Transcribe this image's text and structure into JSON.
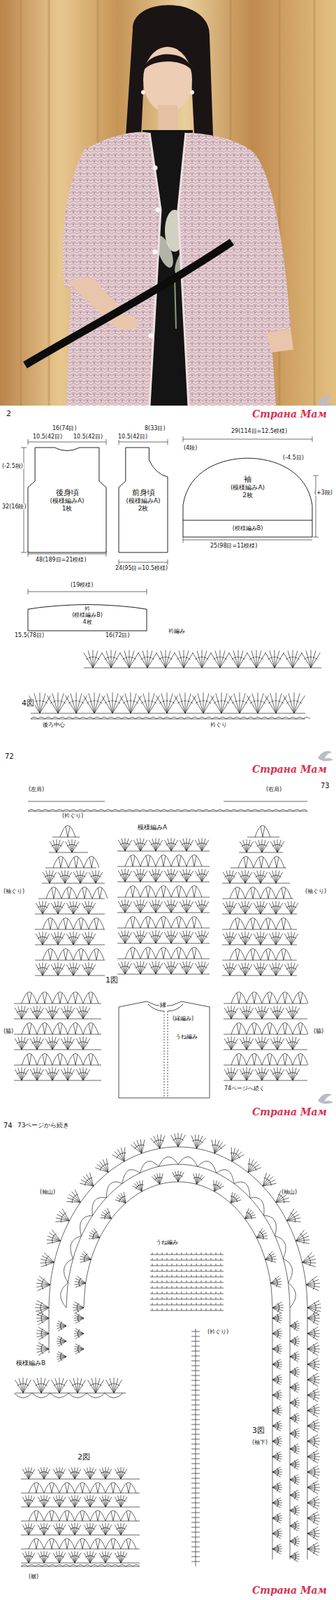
{
  "diagram": {
    "nodes": [
      {
        "text": [
          "後身頃",
          "(模様編みA)",
          "1枚"
        ]
      },
      {
        "text": [
          "前身頃",
          "(模様編みA)",
          "2枚"
        ]
      },
      {
        "text": [
          "袖",
          "(模様編みA)",
          "2枚"
        ]
      },
      {
        "text": [
          "(模様編みB)"
        ],
        "in": 2
      },
      {
        "text": [
          "衿",
          "(模様編みB)",
          "4枚"
        ]
      }
    ],
    "labels": [
      "2",
      "Страна Мам",
      "10.5(42目)",
      "16(74目)",
      "10.5(42目)",
      "(-2.5段)",
      "32(16段)",
      "48(189目=21模様)",
      "10.5(42目)",
      "8(33目)",
      "24(95目=10.5模様)",
      "(4段)",
      "(-4.5目)",
      "29(114目=12.5模様)",
      "(+3段)",
      "25(98目=11模様)",
      "(19模様)",
      "15.5(78目)",
      "16(72目)",
      "4図",
      "衿編み",
      "後ろ中心",
      "衿ぐり",
      "72",
      "Страна Мам",
      "(左肩)",
      "73",
      "(衿ぐり)",
      "(右肩)",
      "模様編みA",
      "(袖ぐり)",
      "(袖ぐり)",
      "(脇)",
      "(脇)",
      "1図",
      "縁",
      "(縁編み)",
      "うね編み",
      "74ページへ続く",
      "Страна Мам",
      "74",
      "73ページから続き",
      "(袖山)",
      "(袖山)",
      "うね編み",
      "(衿ぐり)",
      "模様編みB",
      "3図",
      "(袖下)",
      "2図",
      "(裾)",
      "Страна Мам"
    ]
  }
}
